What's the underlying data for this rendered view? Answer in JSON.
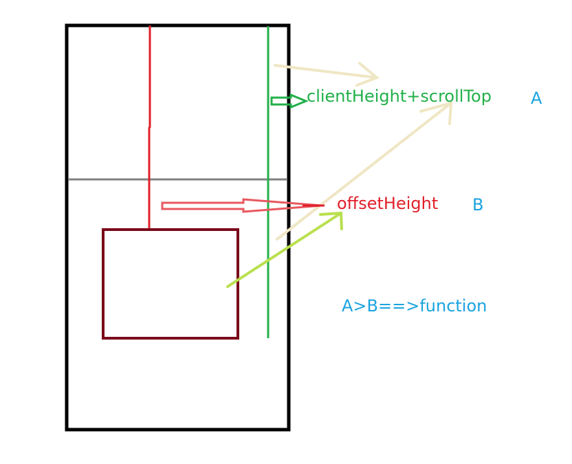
{
  "labels": {
    "client_height_scroll_top": "clientHeight+scrollTop",
    "a": "A",
    "offset_height": "offsetHeight",
    "b": "B",
    "formula": "A>B==>function"
  },
  "colors": {
    "frame": "#000000",
    "red_line": "#e0202a",
    "green_line": "#22b04a",
    "gray_line": "#808080",
    "dark_red_box": "#7a0a1a",
    "cream_arrow": "#efe6c4",
    "lime_arrow": "#b9e04e",
    "label_green": "#22b04a",
    "label_red": "#e0202a",
    "label_blue": "#1aa3e0"
  }
}
